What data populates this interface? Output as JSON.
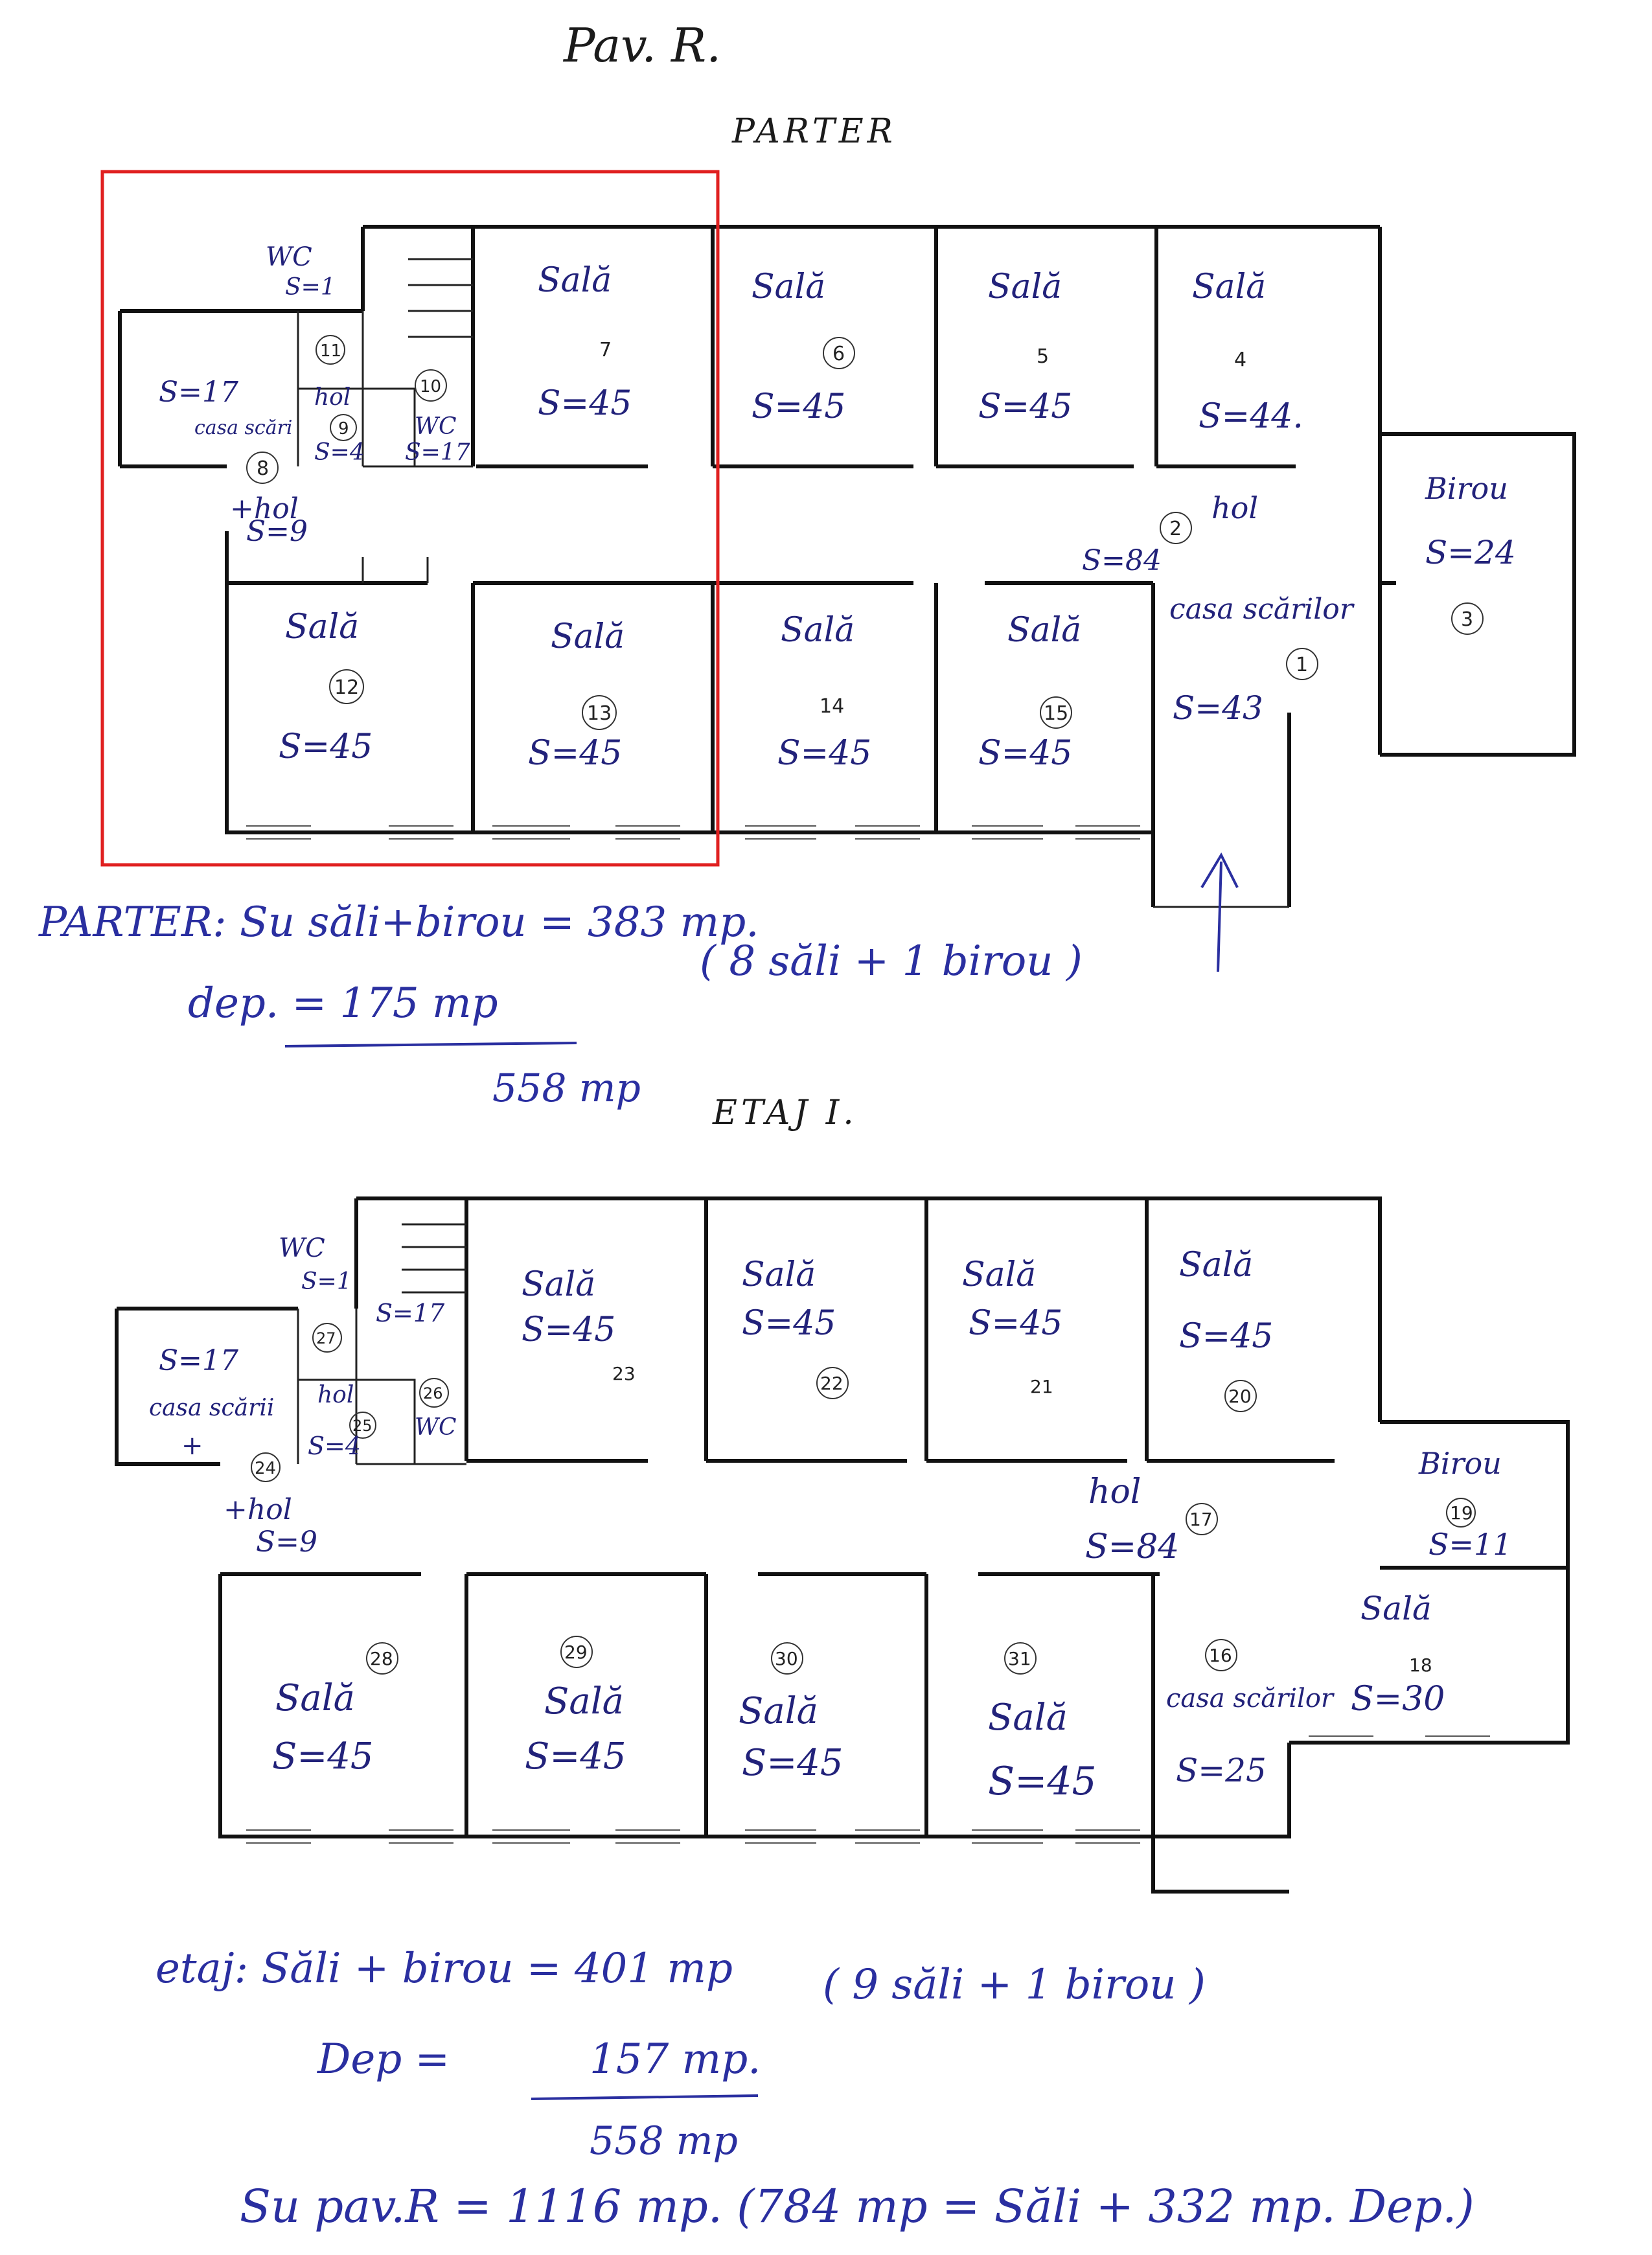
{
  "header": {
    "pavilion": "Pav. R.",
    "ground_floor": "PARTER",
    "first_floor": "ETAJ I."
  },
  "ground_rooms": {
    "r1": {
      "name": "casa scărilor",
      "num": "1",
      "area": "S=43"
    },
    "r2": {
      "name": "hol",
      "num": "2",
      "area": "S=84"
    },
    "r3": {
      "name": "Birou",
      "num": "3",
      "area": "S=24"
    },
    "r4": {
      "name": "Sală",
      "num": "4",
      "area": "S=44."
    },
    "r5": {
      "name": "Sală",
      "num": "5",
      "area": "S=45"
    },
    "r6": {
      "name": "Sală",
      "num": "6",
      "area": "S=45"
    },
    "r7": {
      "name": "Sală",
      "num": "7",
      "area": "S=45"
    },
    "r8": {
      "name": "casa scări",
      "name2": "+hol",
      "num": "8",
      "area": "S=17",
      "area2": "S=9"
    },
    "r9": {
      "name": "hol",
      "num": "9",
      "area": "S=4"
    },
    "r10": {
      "name": "WC",
      "num": "10",
      "area": "S=17"
    },
    "r11": {
      "name": "WC",
      "num": "11",
      "area": "S=1"
    },
    "r12": {
      "name": "Sală",
      "num": "12",
      "area": "S=45"
    },
    "r13": {
      "name": "Sală",
      "num": "13",
      "area": "S=45"
    },
    "r14": {
      "name": "Sală",
      "num": "14",
      "area": "S=45"
    },
    "r15": {
      "name": "Sală",
      "num": "15",
      "area": "S=45"
    }
  },
  "first_rooms": {
    "r16": {
      "name": "casa scărilor",
      "num": "16",
      "area": "S=25"
    },
    "r17": {
      "name": "hol",
      "num": "17",
      "area": "S=84"
    },
    "r18": {
      "name": "Sală",
      "num": "18",
      "area": "S=30"
    },
    "r19": {
      "name": "Birou",
      "num": "19",
      "area": "S=11"
    },
    "r20": {
      "name": "Sală",
      "num": "20",
      "area": "S=45"
    },
    "r21": {
      "name": "Sală",
      "num": "21",
      "area": "S=45"
    },
    "r22": {
      "name": "Sală",
      "num": "22",
      "area": "S=45"
    },
    "r23": {
      "name": "Sală",
      "num": "23",
      "area": "S=45"
    },
    "r24": {
      "name": "casa scării",
      "name2": "+hol",
      "num": "24",
      "area": "S=17",
      "area2": "S=9"
    },
    "r25": {
      "name": "hol",
      "num": "25",
      "area": "S=4"
    },
    "r26": {
      "name": "WC",
      "num": "26",
      "area": "S=17"
    },
    "r27": {
      "name": "WC",
      "num": "27",
      "area": "S=1"
    },
    "r28": {
      "name": "Sală",
      "num": "28",
      "area": "S=45"
    },
    "r29": {
      "name": "Sală",
      "num": "29",
      "area": "S=45"
    },
    "r30": {
      "name": "Sală",
      "num": "30",
      "area": "S=45"
    },
    "r31": {
      "name": "Sală",
      "num": "31",
      "area": "S=45"
    }
  },
  "notes": {
    "parter_line1": "PARTER: Su săli+birou = 383 mp.",
    "parter_paren": "( 8 săli + 1 birou )",
    "parter_dep": "dep. = 175 mp",
    "parter_total": "558 mp",
    "etaj_line1": "etaj: Săli + birou = 401 mp",
    "etaj_paren": "( 9 săli + 1 birou )",
    "etaj_dep": "Dep =",
    "etaj_dep_val": "157 mp.",
    "etaj_total": "558 mp",
    "summary": "Su pav.R = 1116 mp. (784 mp = Săli + 332 mp. Dep.)"
  },
  "colors": {
    "ink": "#2a2fa0",
    "highlight": "#e02020",
    "wall": "#111111"
  }
}
